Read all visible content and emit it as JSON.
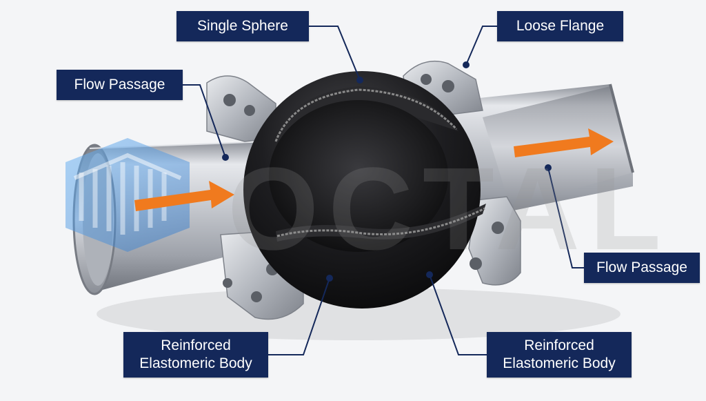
{
  "callouts": {
    "single_sphere": "Single Sphere",
    "loose_flange": "Loose Flange",
    "flow_passage_left": "Flow Passage",
    "flow_passage_right": "Flow Passage",
    "reinforced_body_left": [
      "Reinforced",
      "Elastomeric Body"
    ],
    "reinforced_body_right": [
      "Reinforced",
      "Elastomeric Body"
    ]
  },
  "watermark": {
    "logo": "logo-mark-icon",
    "text": "OCTAL"
  },
  "colors": {
    "callout_bg": "#14285a",
    "callout_text": "#ffffff",
    "leader_line": "#14285a",
    "flow_arrow": "#f07a1e",
    "rubber": "#1a1a1c",
    "steel": "#b9bdc4",
    "background": "#f4f5f7",
    "watermark_blue": "#3b8fe0"
  }
}
